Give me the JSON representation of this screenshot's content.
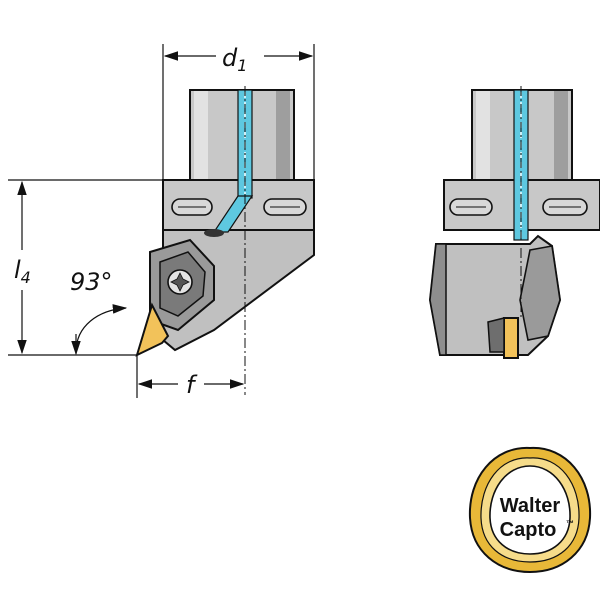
{
  "diagram": {
    "dimensions": {
      "d1": {
        "letter": "d",
        "subscript": "1"
      },
      "l4": {
        "letter": "l",
        "subscript": "4"
      },
      "f": {
        "letter": "f"
      },
      "angle": "93°"
    }
  },
  "logo": {
    "line1": "Walter",
    "line2": "Capto",
    "trademark": "™"
  },
  "colors": {
    "body": "#c8c8c8",
    "body_dark": "#a0a0a0",
    "outline": "#111111",
    "coolant": "#5ec8e0",
    "insert": "#f2c25a",
    "logo_ring": "#e8b838",
    "logo_inner": "#f6dc8a"
  }
}
